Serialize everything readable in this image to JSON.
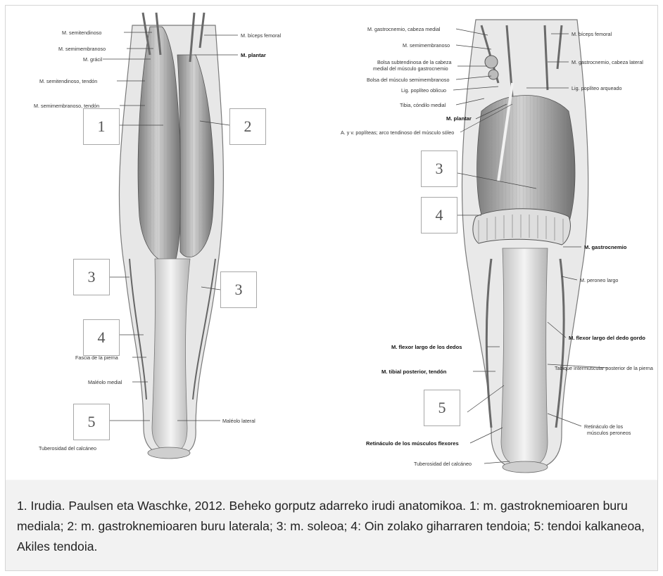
{
  "figure": {
    "left_labels": {
      "semitendinoso": "M. semitendinoso",
      "semimembranoso": "M. semimembranoso",
      "gracil": "M. grácil",
      "semitendinoso_tendon": "M. semitendinoso, tendón",
      "semimembranoso_tendon": "M. semimembranoso, tendón",
      "biceps_femoral": "M. bíceps femoral",
      "plantar": "M. plantar",
      "fascia": "Fascia de la pierna",
      "maleolo_medial": "Maléolo medial",
      "maleolo_lateral": "Maléolo lateral",
      "tuberosidad": "Tuberosidad del calcáneo"
    },
    "right_labels": {
      "gastro_medial": "M. gastrocnemio, cabeza medial",
      "semimembranoso": "M. semimembranoso",
      "bolsa_subtendinosa_1": "Bolsa subtendinosa de la cabeza",
      "bolsa_subtendinosa_2": "medial del músculo gastrocnemio",
      "bolsa_semimembranoso": "Bolsa del músculo semimembranoso",
      "lig_obliquo": "Lig. poplíteo oblicuo",
      "tibia": "Tibia, cóndilo medial",
      "plantar": "M. plantar",
      "arco": "A. y v. poplíteas; arco tendinoso del músculo sóleo",
      "biceps_femoral": "M. bíceps femoral",
      "gastro_lateral": "M. gastrocnemio, cabeza lateral",
      "lig_arqueado": "Lig. poplíteo arqueado",
      "gastrocnemio": "M. gastrocnemio",
      "peroneo_largo": "M. peroneo largo",
      "flexor_dedo_gordo": "M. flexor largo del dedo gordo",
      "flexor_dedos": "M. flexor largo de los dedos",
      "tibial_posterior": "M. tibial posterior, tendón",
      "tabique": "Tabique intermuscular posterior de la pierna",
      "retinaculo_flexores": "Retináculo de los músculos flexores",
      "retinaculo_peroneos_1": "Retináculo de los",
      "retinaculo_peroneos_2": "músculos peroneos",
      "tuberosidad": "Tuberosidad del calcáneo"
    },
    "number_boxes": {
      "l1": "1",
      "l2": "2",
      "l3a": "3",
      "l3b": "3",
      "l4": "4",
      "l5": "5",
      "r3": "3",
      "r4": "4",
      "r5": "5"
    }
  },
  "caption": {
    "text": "1. Irudia. Paulsen eta Waschke, 2012. Beheko gorputz adarreko irudi anatomikoa. 1: m. gastroknemioaren buru mediala; 2: m. gastroknemioaren buru laterala; 3: m. soleoa; 4: Oin zolako giharraren tendoia; 5: tendoi kalkaneoa, Akiles tendoia."
  },
  "colors": {
    "muscle": "#c9c9c9",
    "tendon": "#ececec",
    "caption_bg": "#f2f2f2"
  }
}
